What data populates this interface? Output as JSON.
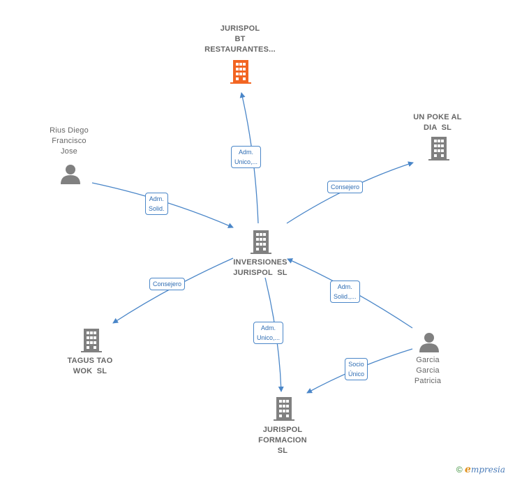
{
  "nodes": {
    "center": {
      "lines": [
        "INVERSIONES",
        "JURISPOL  SL"
      ],
      "type": "company"
    },
    "top": {
      "lines": [
        "JURISPOL",
        "BT",
        "RESTAURANTES..."
      ],
      "type": "company-highlight"
    },
    "poke": {
      "lines": [
        "UN POKE AL",
        "DIA  SL"
      ],
      "type": "company"
    },
    "tagus": {
      "lines": [
        "TAGUS TAO",
        "WOK  SL"
      ],
      "type": "company"
    },
    "formacion": {
      "lines": [
        "JURISPOL",
        "FORMACION",
        "SL"
      ],
      "type": "company"
    },
    "rius": {
      "lines": [
        "Rius Diego",
        "Francisco",
        "Jose"
      ],
      "type": "person"
    },
    "garcia": {
      "lines": [
        "Garcia",
        "Garcia",
        "Patricia"
      ],
      "type": "person"
    }
  },
  "edges": [
    {
      "from": "center",
      "to": "top",
      "label": [
        "Adm.",
        "Unico,..."
      ]
    },
    {
      "from": "rius",
      "to": "center",
      "label": [
        "Adm.",
        "Solid."
      ]
    },
    {
      "from": "center",
      "to": "poke",
      "label": [
        "Consejero"
      ]
    },
    {
      "from": "center",
      "to": "tagus",
      "label": [
        "Consejero"
      ]
    },
    {
      "from": "center",
      "to": "formacion",
      "label": [
        "Adm.",
        "Unico,..."
      ]
    },
    {
      "from": "garcia",
      "to": "center",
      "label": [
        "Adm.",
        "Solid.,..."
      ]
    },
    {
      "from": "garcia",
      "to": "formacion",
      "label": [
        "Socio",
        "Único"
      ]
    }
  ],
  "colors": {
    "edge": "#4a86c8",
    "icon": "#808080",
    "highlight": "#f26522"
  },
  "footer": {
    "copyright": "©",
    "brand_first": "e",
    "brand_rest": "mpresia"
  }
}
